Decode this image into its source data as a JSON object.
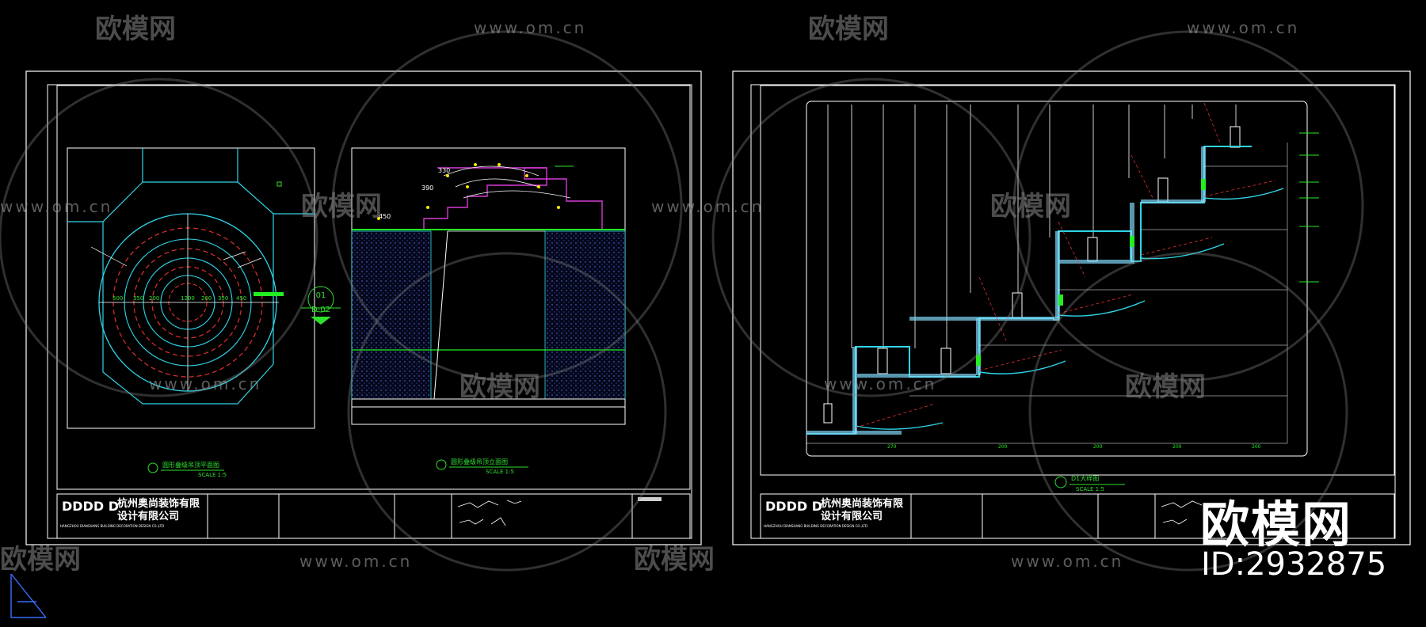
{
  "watermark": {
    "brand_text": "欧模网",
    "url_text": "www.om.cn",
    "big_text": "欧模网",
    "id_text": "ID:2932875"
  },
  "left_sheet": {
    "plan_label_number": "01",
    "plan_label_ref": "D-02",
    "plan_caption": "圆形叠级吊顶平面图",
    "elev_caption": "圆形叠级吊顶立面图",
    "plan_scale": "SCALE 1:5",
    "elev_scale": "SCALE 1:5",
    "plan_dims": [
      "500",
      "350",
      "200",
      "1200",
      "200",
      "350",
      "450"
    ],
    "elev_dims": [
      "330",
      "390",
      "450"
    ],
    "company_cn_1": "杭州奥尚装饰有限",
    "company_cn_2": "设计有限公司",
    "company_en": "HANGZHOU DIANSHANG BUILDING DECORATION DESIGN CO.,LTD",
    "logo": "DDDD D"
  },
  "right_sheet": {
    "section_label": "D1大样图",
    "section_scale": "SCALE 1:5",
    "bottom_dims": [
      "270",
      "200",
      "200",
      "200",
      "200"
    ],
    "company_cn_1": "杭州奥尚装饰有限",
    "company_cn_2": "设计有限公司",
    "company_en": "HANGZHOU DIANSHANG BUILDING DECORATION DESIGN CO.,LTD",
    "logo": "DDDD D"
  },
  "colors": {
    "background": "#000000",
    "frame": "#ffffff",
    "cyan": "#2fd6e8",
    "red_dashed": "#e03030",
    "green": "#22ee22",
    "magenta": "#d63ad6",
    "yellow": "#ffe800",
    "watermark": "#8a8a8a"
  }
}
